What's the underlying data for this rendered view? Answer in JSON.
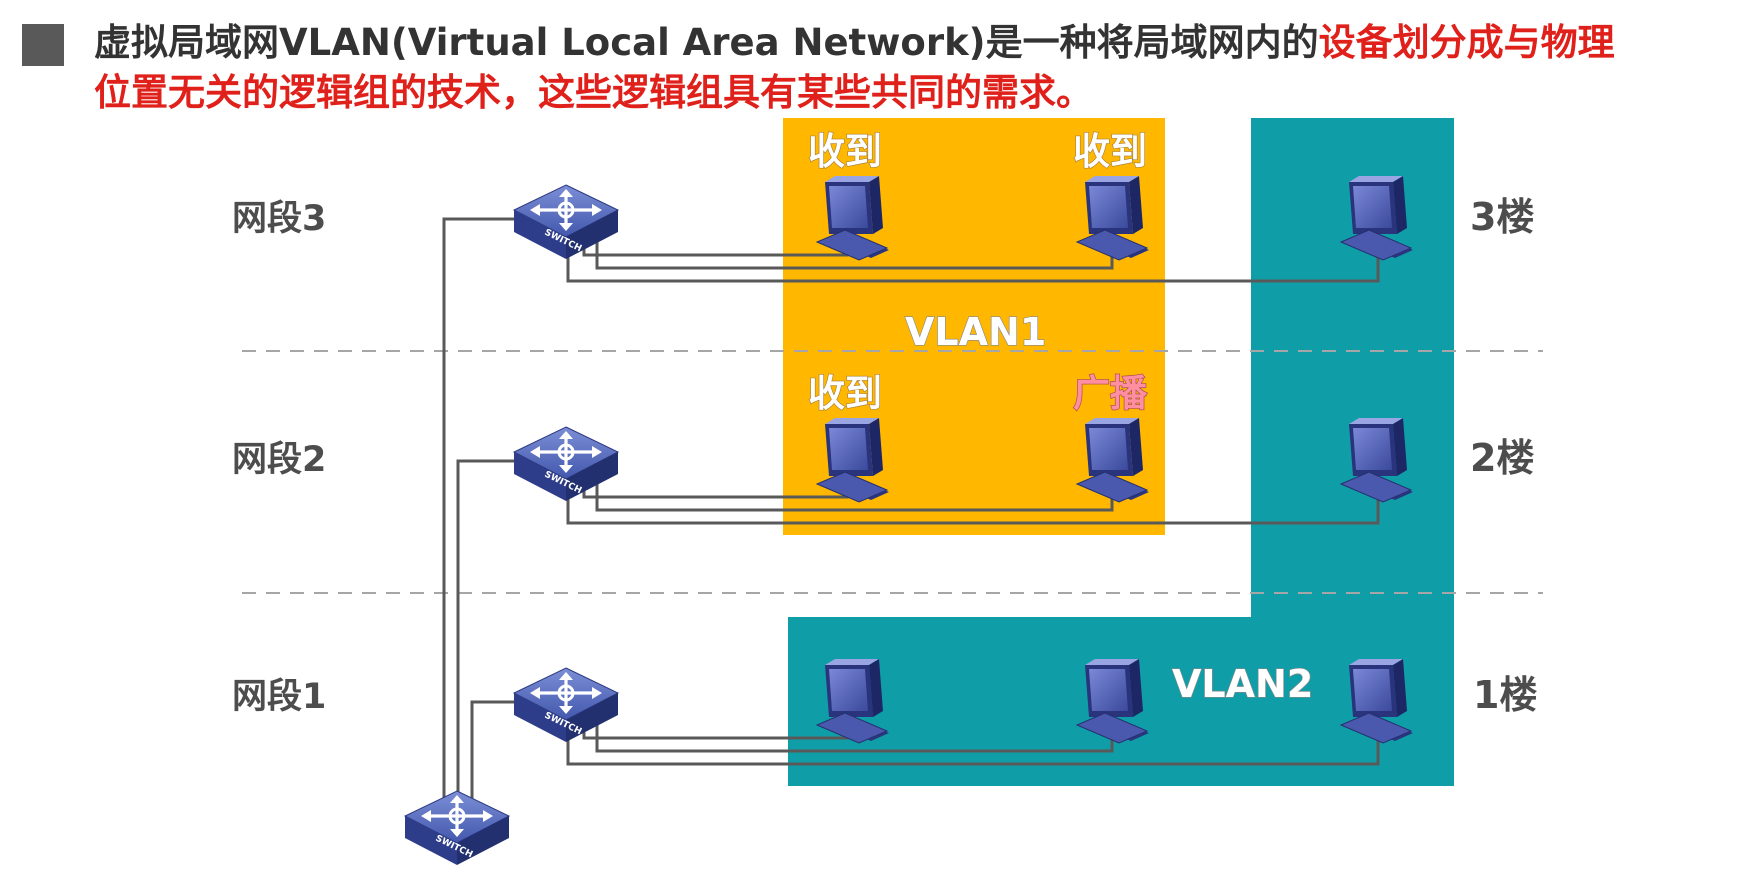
{
  "heading": {
    "text_a": "虚拟局域网VLAN(Virtual Local Area Network)是一种将局域网内的",
    "text_b": "设备划分成与物理",
    "text_c": "位置无关的逻辑组的技术，这些逻辑组具有某些共同的需求。"
  },
  "segments": [
    {
      "label": "网段3",
      "floor": "3楼"
    },
    {
      "label": "网段2",
      "floor": "2楼"
    },
    {
      "label": "网段1",
      "floor": "1楼"
    }
  ],
  "vlans": [
    {
      "name": "VLAN1",
      "color": "#ffb700"
    },
    {
      "name": "VLAN2",
      "color": "#0f9ea8"
    }
  ],
  "pc_tags": {
    "received": "收到",
    "broadcast": "广播"
  },
  "switch_text": "SWITCH",
  "colors": {
    "heading_red": "#e0201a",
    "cable": "#595959",
    "switch_blue": "#3a4fa0",
    "pc_blue": "#39479a"
  }
}
